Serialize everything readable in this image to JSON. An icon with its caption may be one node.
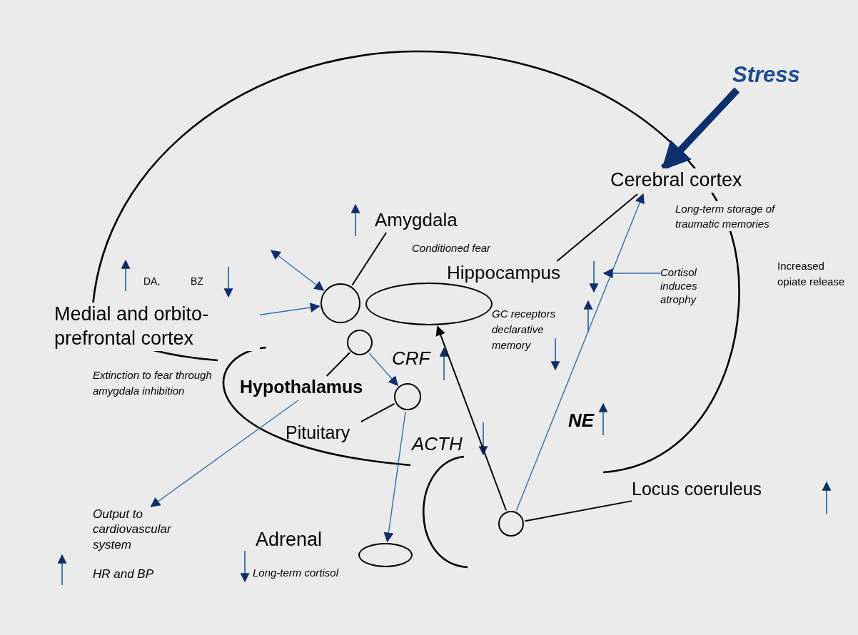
{
  "diagram": {
    "nodes": [
      {
        "text": [
          "Stress"
        ]
      },
      {
        "text": [
          "Cerebral cortex"
        ],
        "beside": [
          "Long-term storage of traumatic memories"
        ]
      },
      {
        "text": [
          "Amygdala"
        ],
        "beside": [
          "Conditioned fear"
        ]
      },
      {
        "text": [],
        "shape": "circle"
      },
      {
        "text": [],
        "shape": "ellipse"
      },
      {
        "text": [
          "Hippocampus"
        ]
      },
      {
        "text": [
          "Medial and orbito-prefrontal cortex"
        ],
        "beside": [
          "Extinction to fear through amygdala inhibition"
        ]
      },
      {
        "text": [],
        "shape": "circle"
      },
      {
        "text": [
          "Hypothalamus"
        ]
      },
      {
        "text": [],
        "shape": "circle"
      },
      {
        "text": [
          "Pituitary"
        ]
      },
      {
        "text": [
          "Adrenal"
        ]
      },
      {
        "text": [],
        "shape": "ellipse"
      },
      {
        "text": [],
        "shape": "circle"
      },
      {
        "text": [
          "Locus coeruleus"
        ]
      },
      {
        "text": [
          "Cortisol induces atrophy"
        ]
      },
      {
        "text": [
          "Output to cardiovascular system"
        ]
      }
    ],
    "edges": [
      {
        "from": 0,
        "to": 1,
        "arrow": "to",
        "style": "thick",
        "color": "#0d2f6b"
      },
      {
        "from": 2,
        "to": 3,
        "arrow": "none",
        "color": "#000000"
      },
      {
        "from": 5,
        "to": 1,
        "arrow": "none",
        "color": "#000000"
      },
      {
        "from": null,
        "to": 3,
        "arrow": "both"
      },
      {
        "from": 6,
        "to": 3,
        "arrow": "to"
      },
      {
        "from": 8,
        "to": 7,
        "arrow": "none",
        "color": "#000000"
      },
      {
        "from": 7,
        "to": 9,
        "arrow": "to"
      },
      {
        "from": 10,
        "to": 9,
        "arrow": "none",
        "color": "#000000"
      },
      {
        "from": 9,
        "to": 12,
        "arrow": "to"
      },
      {
        "from": 8,
        "to": 16,
        "arrow": "to"
      },
      {
        "from": 13,
        "to": 4,
        "arrow": "to",
        "color": "#000000"
      },
      {
        "from": 13,
        "to": 1,
        "arrow": "to"
      },
      {
        "from": 15,
        "to": 5,
        "arrow": "to"
      },
      {
        "from": 14,
        "to": 13,
        "arrow": "none",
        "color": "#000000"
      }
    ],
    "labels": [
      "DA,",
      "BZ",
      "Increased opiate release",
      "GC receptors declarative memory",
      "CRF",
      "NE",
      "ACTH",
      "HR and BP",
      "Long-term cortisol"
    ]
  }
}
